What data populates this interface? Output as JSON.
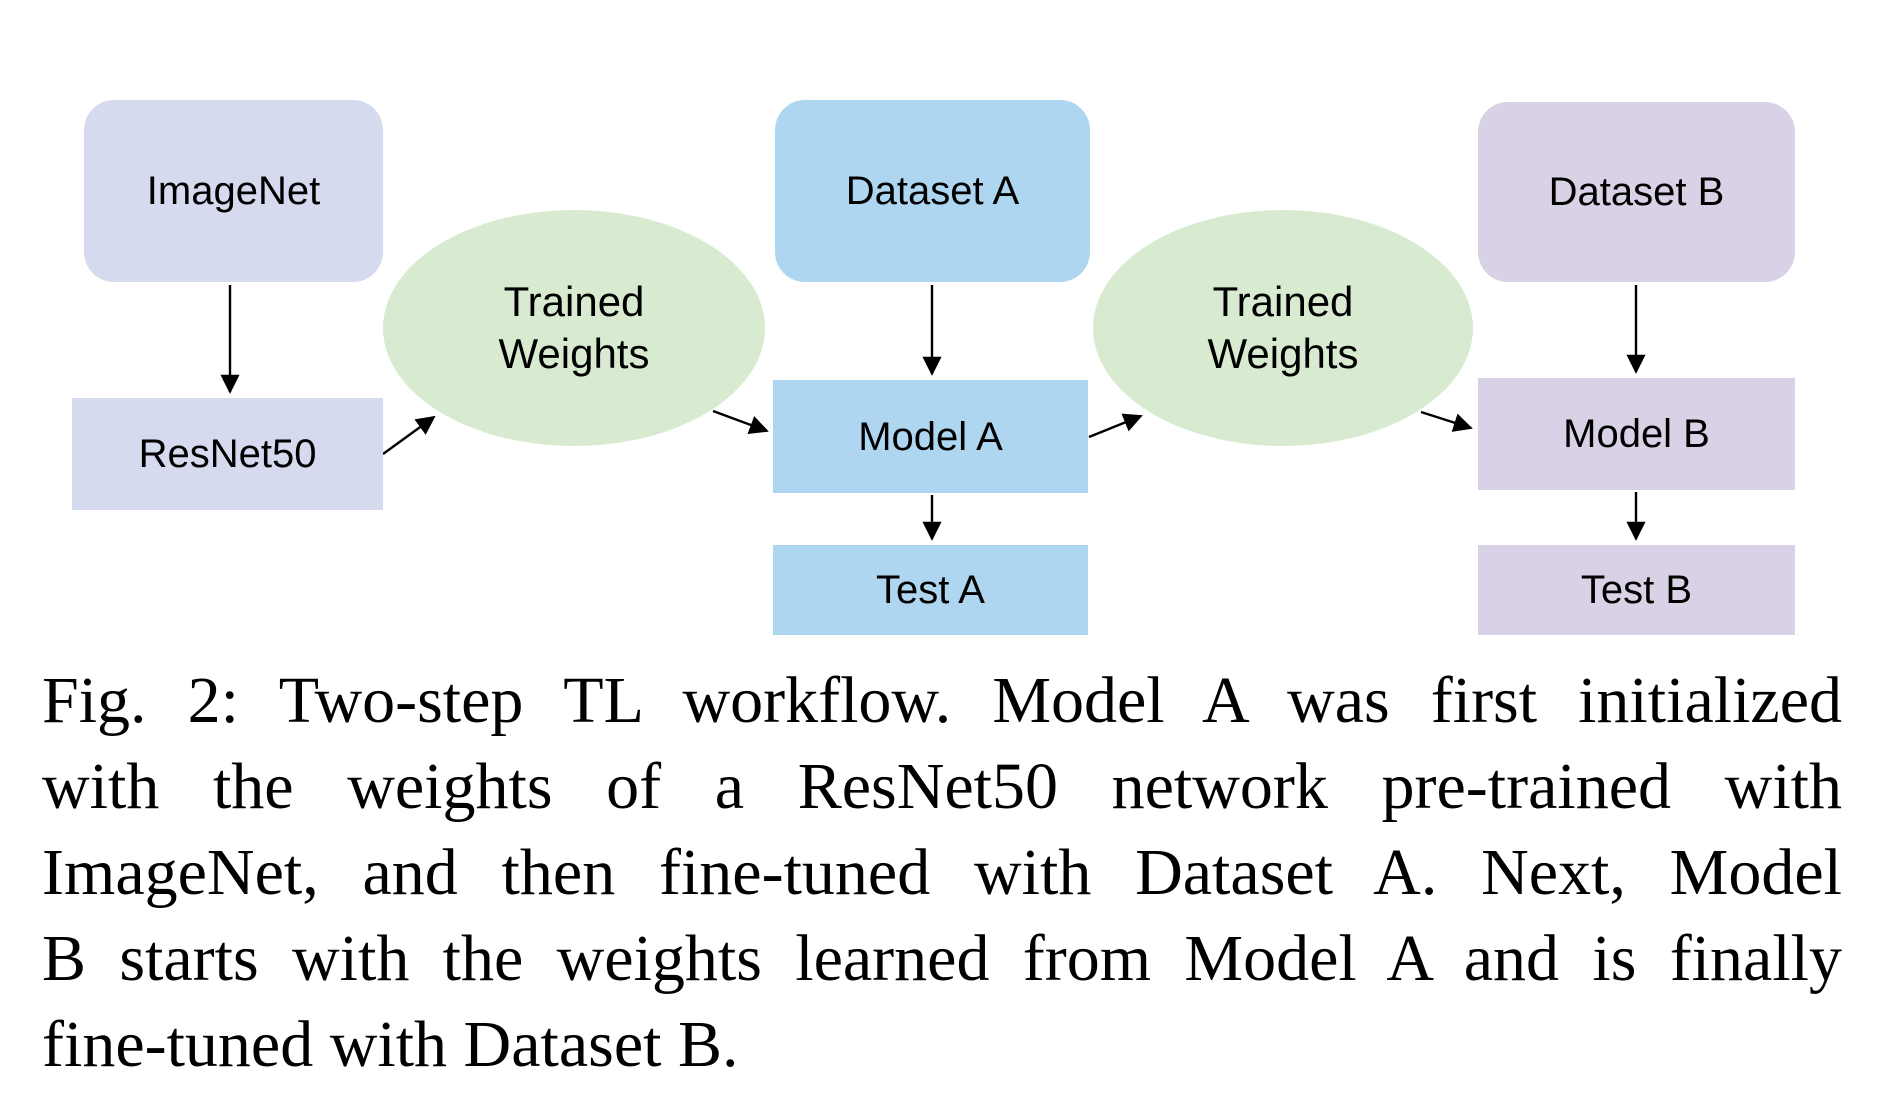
{
  "figure": {
    "caption": {
      "lines": [
        "Fig. 2: Two-step TL workflow. Model A was first initialized",
        "with the weights of a ResNet50 network pre-trained with",
        "ImageNet, and then fine-tuned with Dataset A. Next, Model",
        "B starts with the weights learned from Model A and is finally",
        "fine-tuned with Dataset B."
      ],
      "full_text": "Fig. 2: Two-step TL workflow. Model A was first initialized with the weights of a ResNet50 network pre-trained with ImageNet, and then fine-tuned with Dataset A. Next, Model B starts with the weights learned from Model A and is finally fine-tuned with Dataset B."
    }
  },
  "diagram": {
    "nodes": {
      "imagenet": {
        "label": "ImageNet",
        "shape": "rounded-rect",
        "fill": "#d6daef"
      },
      "resnet50": {
        "label": "ResNet50",
        "shape": "rect",
        "fill": "#d6daef"
      },
      "trained_weights_1": {
        "label_lines": [
          "Trained",
          "Weights"
        ],
        "shape": "ellipse",
        "fill": "#d8ebd0"
      },
      "dataset_a": {
        "label": "Dataset A",
        "shape": "rounded-rect",
        "fill": "#aed6f0"
      },
      "model_a": {
        "label": "Model A",
        "shape": "rect",
        "fill": "#aed6f0"
      },
      "test_a": {
        "label": "Test A",
        "shape": "rect",
        "fill": "#aed6f0"
      },
      "trained_weights_2": {
        "label_lines": [
          "Trained",
          "Weights"
        ],
        "shape": "ellipse",
        "fill": "#d8ebd0"
      },
      "dataset_b": {
        "label": "Dataset B",
        "shape": "rounded-rect",
        "fill": "#d9d2e6"
      },
      "model_b": {
        "label": "Model B",
        "shape": "rect",
        "fill": "#d9d2e6"
      },
      "test_b": {
        "label": "Test B",
        "shape": "rect",
        "fill": "#d9d2e6"
      }
    },
    "edges": [
      {
        "from": "ImageNet",
        "to": "ResNet50"
      },
      {
        "from": "ResNet50",
        "to": "Trained Weights (left)"
      },
      {
        "from": "Trained Weights (left)",
        "to": "Model A"
      },
      {
        "from": "Dataset A",
        "to": "Model A"
      },
      {
        "from": "Model A",
        "to": "Test A"
      },
      {
        "from": "Model A",
        "to": "Trained Weights (right)"
      },
      {
        "from": "Trained Weights (right)",
        "to": "Model B"
      },
      {
        "from": "Dataset B",
        "to": "Model B"
      },
      {
        "from": "Model B",
        "to": "Test B"
      }
    ],
    "arrow_color": "#000000"
  }
}
